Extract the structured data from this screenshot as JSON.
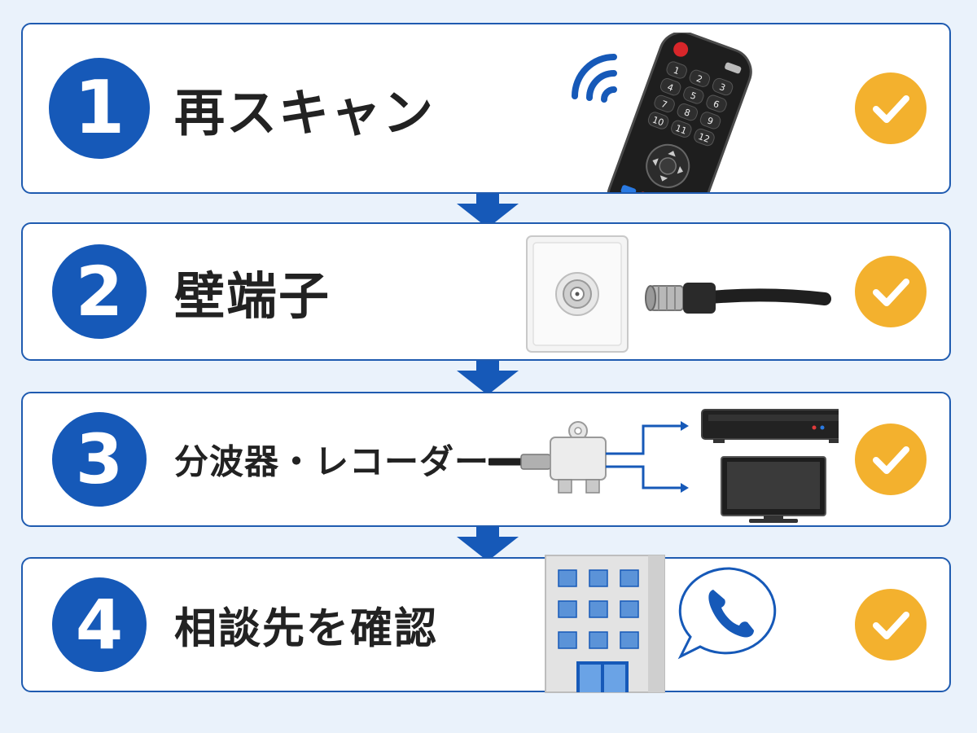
{
  "steps": [
    {
      "number": "1",
      "label": "再スキャン",
      "illustration": "tv-remote-icon",
      "status_icon": "check-icon"
    },
    {
      "number": "2",
      "label": "壁端子",
      "illustration": "wall-antenna-outlet-icon",
      "status_icon": "check-icon"
    },
    {
      "number": "3",
      "label": "分波器・レコーダー",
      "illustration": "splitter-recorder-tv-icon",
      "status_icon": "check-icon"
    },
    {
      "number": "4",
      "label": "相談先を確認",
      "illustration": "building-phone-icon",
      "status_icon": "check-icon"
    }
  ],
  "remote_keys": [
    "1",
    "2",
    "3",
    "4",
    "5",
    "6",
    "7",
    "8",
    "9",
    "10",
    "11",
    "12"
  ],
  "colors": {
    "accent_blue": "#1659b8",
    "border_blue": "#1f5bb0",
    "check_yellow": "#f3b12e",
    "background": "#eaf2fb"
  }
}
